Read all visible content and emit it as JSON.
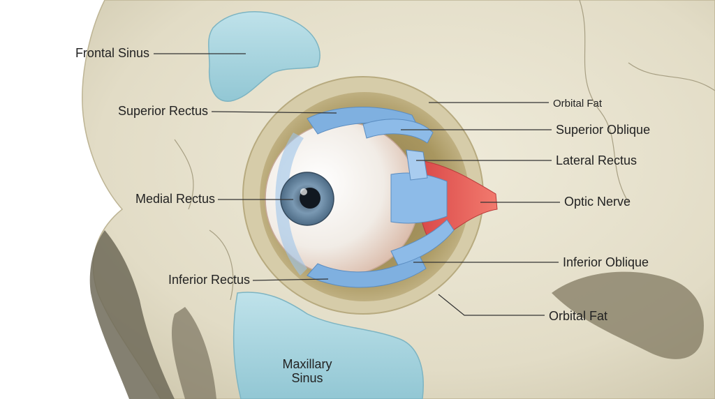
{
  "labels": {
    "frontal_sinus": "Frontal Sinus",
    "superior_rectus": "Superior Rectus",
    "medial_rectus": "Medial Rectus",
    "inferior_rectus": "Inferior Rectus",
    "maxillary_sinus_line1": "Maxillary",
    "maxillary_sinus_line2": "Sinus",
    "orbital_fat_top": "Orbital Fat",
    "superior_oblique": "Superior Oblique",
    "lateral_rectus": "Lateral Rectus",
    "optic_nerve": "Optic Nerve",
    "inferior_oblique": "Inferior Oblique",
    "orbital_fat_bottom": "Orbital Fat"
  },
  "colors": {
    "bone": "#e8e3d0",
    "sinus": "#a9d6e0",
    "muscle": "#7fb0e0",
    "nerve": "#e05050",
    "sclera": "#f7f4f0",
    "iris": "#6f8ea8",
    "orbit_shadow": "#c9bb90"
  }
}
